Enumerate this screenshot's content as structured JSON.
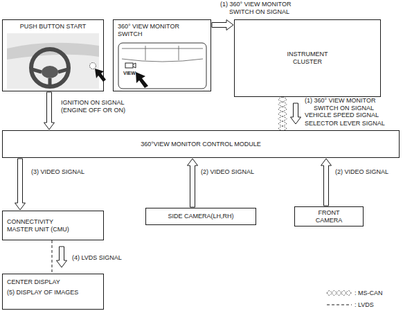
{
  "diagram": {
    "nodes": [
      {
        "text": [
          "PUSH BUTTON START"
        ]
      },
      {
        "text": [
          "360° VIEW MONITOR SWITCH"
        ]
      },
      {
        "text": [
          "INSTRUMENT CLUSTER"
        ]
      },
      {
        "text": [
          "360°VIEW MONITOR CONTROL MODULE"
        ]
      },
      {
        "text": [
          "CONNECTIVITY MASTER UNIT (CMU)"
        ]
      },
      {
        "text": [
          "SIDE CAMERA(LH,RH)"
        ]
      },
      {
        "text": [
          "FRONT CAMERA"
        ]
      },
      {
        "text": [
          "CENTER DISPLAY",
          "(5) DISPLAY OF IMAGES"
        ]
      }
    ],
    "edges": [
      {
        "from": 1,
        "to": 2,
        "arrow": "to",
        "label": "(1) 360° VIEW MONITOR SWITCH ON SIGNAL"
      },
      {
        "from": 0,
        "to": 3,
        "arrow": "to",
        "label": "IGNITION ON SIGNAL (ENGINE OFF OR ON)"
      },
      {
        "from": 2,
        "to": 3,
        "arrow": "to",
        "label": "(1) 360° VIEW MONITOR SWITCH ON SIGNAL"
      },
      {
        "from": 3,
        "to": 4,
        "arrow": "to",
        "label": "(3) VIDEO SIGNAL"
      },
      {
        "from": 5,
        "to": 3,
        "arrow": "to",
        "label": "(2) VIDEO SIGNAL"
      },
      {
        "from": 6,
        "to": 3,
        "arrow": "to",
        "label": "(2) VIDEO SIGNAL"
      },
      {
        "from": 4,
        "to": 7,
        "arrow": "to",
        "label": "(4) LVDS SIGNAL"
      }
    ],
    "labels": [
      "VIEW",
      "VEHICLE SPEED SIGNAL",
      "SELECTOR LEVER SIGNAL"
    ],
    "legend": [
      {
        "text": ": MS-CAN"
      },
      {
        "text": ": LVDS"
      }
    ]
  }
}
